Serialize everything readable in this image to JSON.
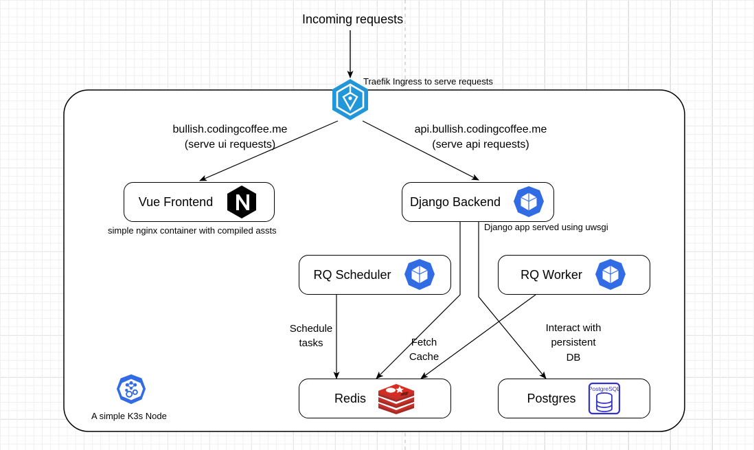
{
  "diagram": {
    "title": "Incoming requests",
    "ingress_note": "Traefik Ingress to serve requests",
    "cluster_caption": "A simple K3s Node",
    "routes": {
      "ui": "bullish.codingcoffee.me\n(serve ui requests)",
      "api": "api.bullish.codingcoffee.me\n(serve api requests)"
    },
    "nodes": {
      "frontend": {
        "label": "Vue Frontend",
        "icon": "nginx-icon",
        "caption": "simple nginx container with compiled assts"
      },
      "backend": {
        "label": "Django Backend",
        "icon": "kubernetes-pod-icon",
        "caption": "Django app served using uwsgi"
      },
      "scheduler": {
        "label": "RQ Scheduler",
        "icon": "kubernetes-pod-icon"
      },
      "worker": {
        "label": "RQ Worker",
        "icon": "kubernetes-pod-icon"
      },
      "redis": {
        "label": "Redis",
        "icon": "redis-icon"
      },
      "postgres": {
        "label": "Postgres",
        "icon": "postgresql-icon",
        "icon_text": "PostgreSQL"
      }
    },
    "edges": {
      "schedule": "Schedule\ntasks",
      "fetch_cache": "Fetch\nCache",
      "persist": "Interact with\npersistent\nDB"
    },
    "colors": {
      "traefik_blue": "#2196d9",
      "k8s_blue": "#326ce5",
      "redis_red": "#c6302b",
      "postgres_blue": "#3333cc",
      "nginx_black": "#000000",
      "line": "#000000",
      "grid": "#dcdcdc"
    }
  }
}
